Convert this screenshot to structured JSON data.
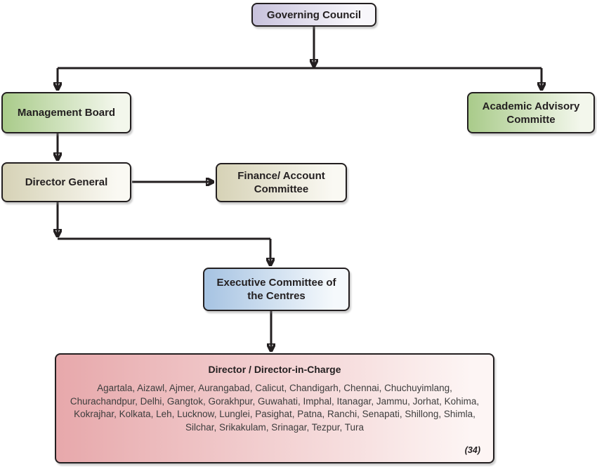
{
  "diagram": {
    "type": "org-chart",
    "nodes": {
      "governing_council": "Governing Council",
      "management_board": "Management Board",
      "academic_advisory_committee": "Academic Advisory Committe",
      "director_general": "Director General",
      "finance_account_committee": "Finance/ Account Committee",
      "executive_committee": "Executive Committee of the Centres",
      "director_in_charge": {
        "heading": "Director / Director-in-Charge",
        "centres": "Agartala, Aizawl, Ajmer, Aurangabad, Calicut, Chandigarh, Chennai, Chuchuyimlang, Churachandpur, Delhi, Gangtok, Gorakhpur, Guwahati, Imphal, Itanagar, Jammu, Jorhat, Kohima, Kokrajhar, Kolkata, Leh, Lucknow, Lunglei, Pasighat, Patna, Ranchi, Senapati, Shillong, Shimla, Silchar, Srikakulam, Srinagar, Tezpur, Tura",
        "count_label": "(34)"
      }
    },
    "edges": [
      "governing_council -> management_board",
      "governing_council -> academic_advisory_committee",
      "management_board -> director_general",
      "director_general -> finance_account_committee",
      "director_general -> executive_committee",
      "executive_committee -> director_in_charge"
    ],
    "colors": {
      "governing_council_fill": "#c8c2dc",
      "management_board_fill": "#a9cb8a",
      "academic_advisory_fill": "#a9cb8a",
      "director_general_fill": "#d6d2b6",
      "finance_committee_fill": "#d6d2b6",
      "executive_committee_fill": "#a6c3e2",
      "director_in_charge_fill": "#e7a8ab",
      "border": "#231f20",
      "connector": "#231f20",
      "body_text": "#3d3d3d"
    }
  }
}
